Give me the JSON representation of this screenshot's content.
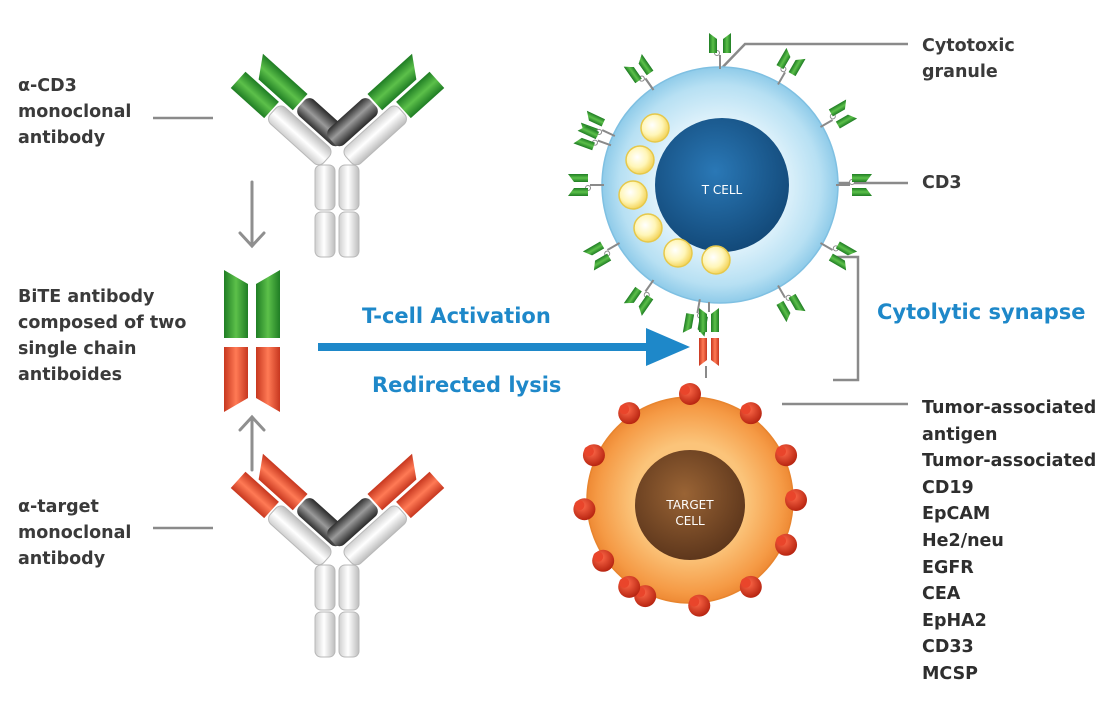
{
  "labels": {
    "cd3_antibody": "α-CD3\nmonoclonal\nantibody",
    "bite_antibody": "BiTE antibody\ncomposed of two\nsingle chain\nantiboides",
    "target_antibody": "α-target\nmonoclonal\nantibody",
    "cytotoxic_granule": "Cytotoxic\ngranule",
    "cd3": "CD3",
    "t_cell": "T CELL",
    "target_cell": "TARGET\nCELL"
  },
  "flow": {
    "activation": "T-cell Activation",
    "lysis": "Redirected lysis",
    "synapse": "Cytolytic synapse"
  },
  "antigens": [
    "Tumor-associated",
    "antigen",
    "Tumor-associated",
    "CD19",
    "EpCAM",
    "He2/neu",
    "EGFR",
    "CEA",
    "EpHA2",
    "CD33",
    "MCSP"
  ],
  "colors": {
    "green": "#3aa23a",
    "red": "#e85a3c",
    "blue_text": "#1e88c9",
    "t_cell_core": "#1d5a8f",
    "t_cell_halo": "#a9d8f0",
    "target_cell_outer": "#f5a04a",
    "target_cell_core": "#7a4a26",
    "granule": "#fff3a0"
  }
}
